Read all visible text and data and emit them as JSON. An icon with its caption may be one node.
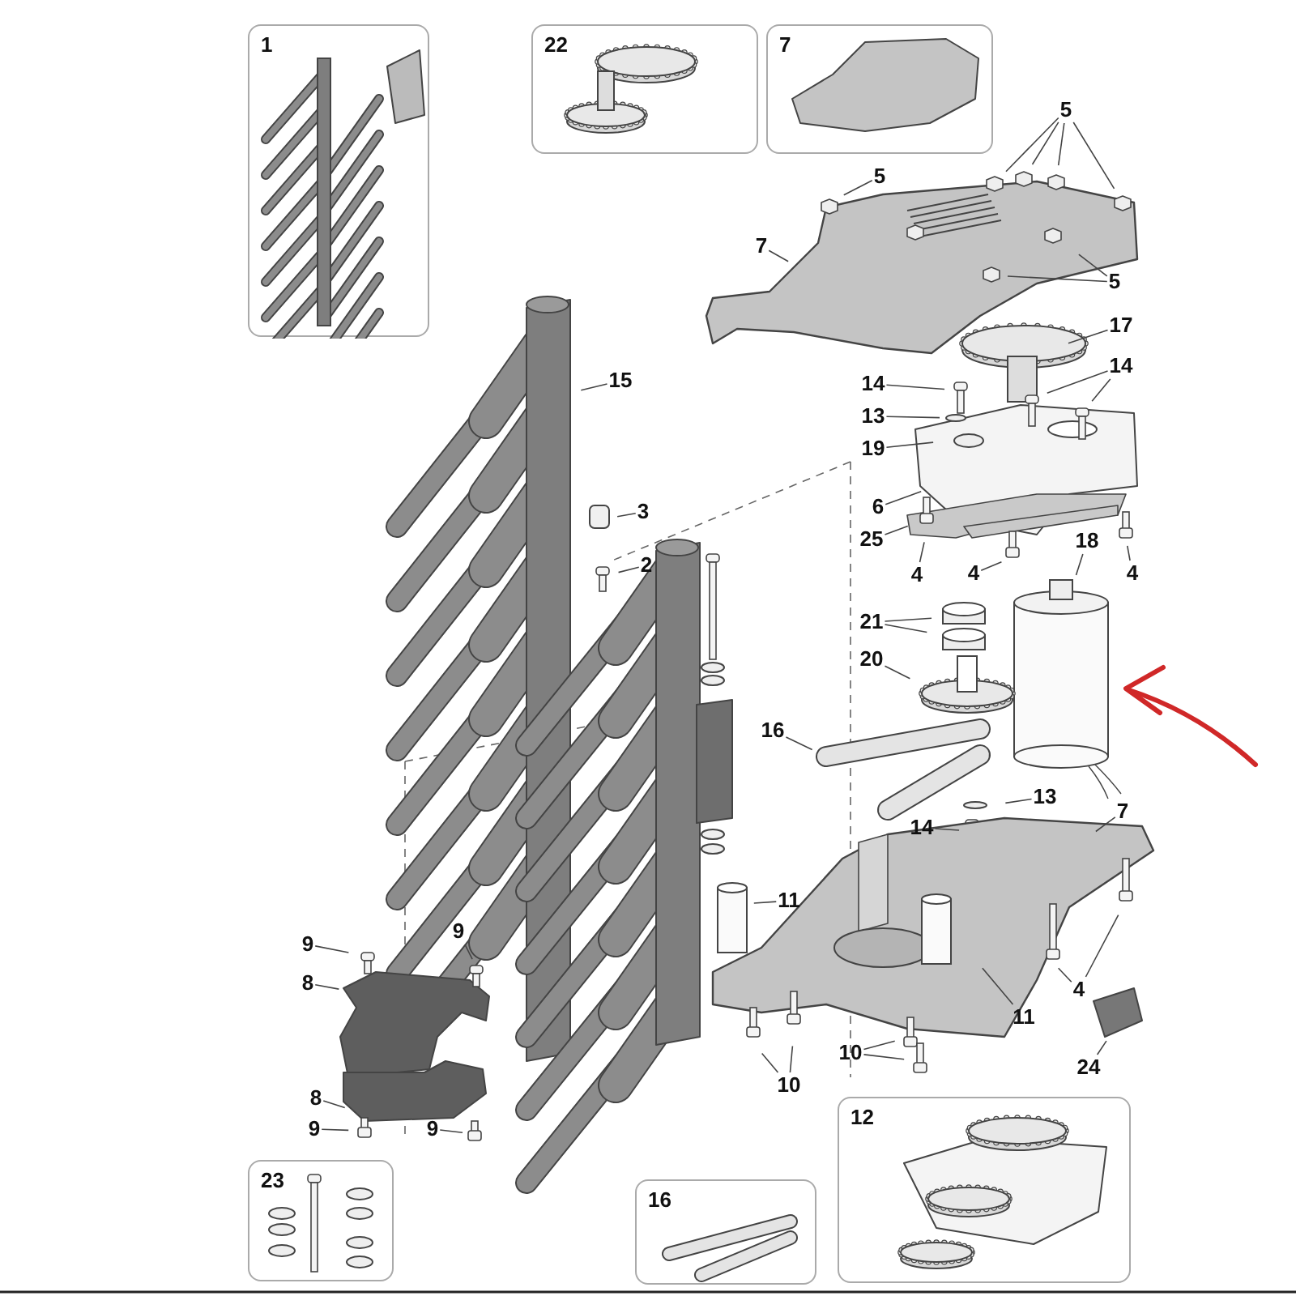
{
  "diagram": {
    "nodes": [
      {
        "text": [
          "1"
        ]
      },
      {
        "text": [
          "22"
        ]
      },
      {
        "text": [
          "7"
        ]
      },
      {
        "text": [
          "5"
        ]
      },
      {
        "text": [
          "5"
        ]
      },
      {
        "text": [
          "7"
        ]
      },
      {
        "text": [
          "5"
        ]
      },
      {
        "text": [
          "17"
        ]
      },
      {
        "text": [
          "15"
        ]
      },
      {
        "text": [
          "14"
        ]
      },
      {
        "text": [
          "14"
        ]
      },
      {
        "text": [
          "13"
        ]
      },
      {
        "text": [
          "19"
        ]
      },
      {
        "text": [
          "6"
        ]
      },
      {
        "text": [
          "3"
        ]
      },
      {
        "text": [
          "25"
        ]
      },
      {
        "text": [
          "18"
        ]
      },
      {
        "text": [
          "2"
        ]
      },
      {
        "text": [
          "4"
        ]
      },
      {
        "text": [
          "4"
        ]
      },
      {
        "text": [
          "4"
        ]
      },
      {
        "text": [
          "21"
        ]
      },
      {
        "text": [
          "20"
        ]
      },
      {
        "text": [
          "16"
        ]
      },
      {
        "text": [
          "13"
        ]
      },
      {
        "text": [
          "7"
        ]
      },
      {
        "text": [
          "14"
        ]
      },
      {
        "text": [
          "11"
        ]
      },
      {
        "text": [
          "9"
        ]
      },
      {
        "text": [
          "9"
        ]
      },
      {
        "text": [
          "8"
        ]
      },
      {
        "text": [
          "4"
        ]
      },
      {
        "text": [
          "11"
        ]
      },
      {
        "text": [
          "10"
        ]
      },
      {
        "text": [
          "24"
        ]
      },
      {
        "text": [
          "10"
        ]
      },
      {
        "text": [
          "8"
        ]
      },
      {
        "text": [
          "12"
        ]
      },
      {
        "text": [
          "9"
        ]
      },
      {
        "text": [
          "9"
        ]
      },
      {
        "text": [
          "23"
        ]
      },
      {
        "text": [
          "16"
        ]
      }
    ],
    "edges": [
      {
        "from": 3,
        "to": null,
        "arrow": "none"
      },
      {
        "from": 3,
        "to": null,
        "arrow": "none"
      },
      {
        "from": 3,
        "to": null,
        "arrow": "none"
      },
      {
        "from": 3,
        "to": null,
        "arrow": "none"
      },
      {
        "from": 4,
        "to": null,
        "arrow": "none"
      },
      {
        "from": 5,
        "to": null,
        "arrow": "none"
      },
      {
        "from": 6,
        "to": null,
        "arrow": "none"
      },
      {
        "from": 6,
        "to": null,
        "arrow": "none"
      },
      {
        "from": 7,
        "to": null,
        "arrow": "none"
      },
      {
        "from": 8,
        "to": null,
        "arrow": "none"
      },
      {
        "from": 9,
        "to": null,
        "arrow": "none"
      },
      {
        "from": 10,
        "to": null,
        "arrow": "none"
      },
      {
        "from": 10,
        "to": null,
        "arrow": "none"
      },
      {
        "from": 11,
        "to": null,
        "arrow": "none"
      },
      {
        "from": 12,
        "to": null,
        "arrow": "none"
      },
      {
        "from": 13,
        "to": null,
        "arrow": "none"
      },
      {
        "from": 14,
        "to": null,
        "arrow": "none"
      },
      {
        "from": 15,
        "to": null,
        "arrow": "none"
      },
      {
        "from": 16,
        "to": null,
        "arrow": "none"
      },
      {
        "from": 17,
        "to": null,
        "arrow": "none"
      },
      {
        "from": 18,
        "to": null,
        "arrow": "none"
      },
      {
        "from": 19,
        "to": null,
        "arrow": "none"
      },
      {
        "from": 20,
        "to": null,
        "arrow": "none"
      },
      {
        "from": 21,
        "to": null,
        "arrow": "none"
      },
      {
        "from": 21,
        "to": null,
        "arrow": "none"
      },
      {
        "from": 22,
        "to": null,
        "arrow": "none"
      },
      {
        "from": 23,
        "to": null,
        "arrow": "none"
      },
      {
        "from": 24,
        "to": null,
        "arrow": "none"
      },
      {
        "from": 25,
        "to": null,
        "arrow": "none"
      },
      {
        "from": 26,
        "to": null,
        "arrow": "none"
      },
      {
        "from": 27,
        "to": null,
        "arrow": "none"
      },
      {
        "from": 28,
        "to": null,
        "arrow": "none"
      },
      {
        "from": 29,
        "to": null,
        "arrow": "none"
      },
      {
        "from": 30,
        "to": null,
        "arrow": "none"
      },
      {
        "from": 31,
        "to": null,
        "arrow": "none"
      },
      {
        "from": 31,
        "to": null,
        "arrow": "none"
      },
      {
        "from": 32,
        "to": null,
        "arrow": "none"
      },
      {
        "from": 33,
        "to": null,
        "arrow": "none"
      },
      {
        "from": 33,
        "to": null,
        "arrow": "none"
      },
      {
        "from": 34,
        "to": null,
        "arrow": "none"
      },
      {
        "from": 35,
        "to": null,
        "arrow": "none"
      },
      {
        "from": 35,
        "to": null,
        "arrow": "none"
      },
      {
        "from": 36,
        "to": null,
        "arrow": "none"
      },
      {
        "from": 38,
        "to": null,
        "arrow": "none"
      },
      {
        "from": 39,
        "to": null,
        "arrow": "none"
      }
    ]
  }
}
